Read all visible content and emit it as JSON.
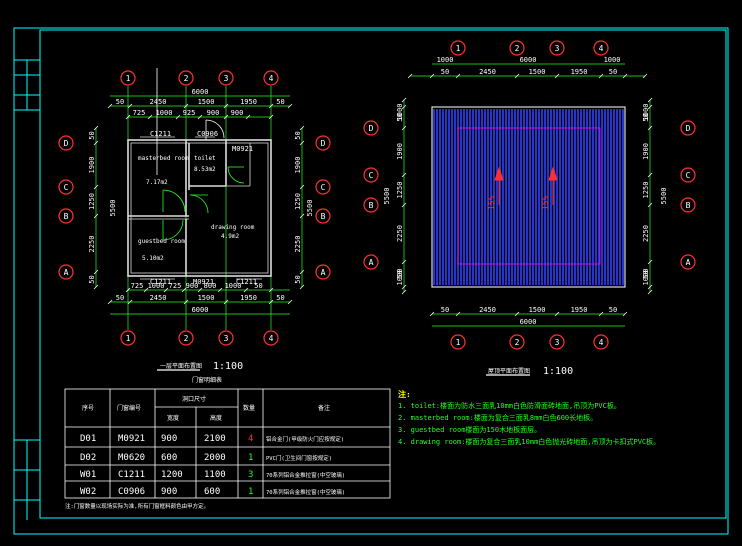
{
  "colors": {
    "frame": "#00ffff",
    "white": "#ffffff",
    "red": "#ff3030",
    "green": "#22ff22",
    "yellow": "#ffff00",
    "blue": "#3040ff",
    "magenta": "#ff00ff",
    "wall": "#dddddd"
  },
  "grid": {
    "columns": [
      "1",
      "2",
      "3",
      "4"
    ],
    "rows": [
      "D",
      "C",
      "B",
      "A"
    ]
  },
  "left_plan": {
    "total_dim": "6000",
    "top_dims": [
      "50",
      "2450",
      "1500",
      "1950",
      "50"
    ],
    "top_sub_dims": [
      "725",
      "1000",
      "925",
      "900",
      "900"
    ],
    "bottom_sub_dims": [
      "725",
      "1000",
      "725",
      "900",
      "800",
      "1000",
      "50"
    ],
    "bottom_dims": [
      "50",
      "2450",
      "1500",
      "1950",
      "50"
    ],
    "side_dims": [
      "50",
      "1900",
      "1250",
      "2250",
      "50"
    ],
    "side_total": "5500",
    "door_window_labels": [
      "C1211",
      "C0906",
      "M0921",
      "C1211",
      "M0921",
      "C1211"
    ],
    "rooms": [
      {
        "name": "masterbed room",
        "area": "7.17m2"
      },
      {
        "name": "toilet",
        "area": "8.53m2"
      },
      {
        "name": "drawing room",
        "area": "4.9m2"
      },
      {
        "name": "guestbed room",
        "area": "5.10m2"
      }
    ],
    "caption": "一层平面布置图",
    "scale": "1:100"
  },
  "right_plan": {
    "total_dim": "6000",
    "top_dims": [
      "1000",
      "50",
      "2450",
      "1500",
      "1950",
      "50",
      "1000"
    ],
    "bottom_dims": [
      "50",
      "2450",
      "1500",
      "1950",
      "50"
    ],
    "side_dims": [
      "1000",
      "50",
      "1900",
      "1250",
      "2250",
      "50",
      "1000"
    ],
    "side_total": "5500",
    "slope_labels": [
      "15%",
      "15%"
    ],
    "caption": "屋顶平面布置图",
    "scale": "1:100"
  },
  "door_table": {
    "title": "门窗明细表",
    "headers": [
      "序号",
      "门窗编号",
      "洞口尺寸",
      "宽度",
      "高度",
      "数量",
      "备注"
    ],
    "rows": [
      {
        "no": "D01",
        "code": "M0921",
        "w": "900",
        "h": "2100",
        "qty": "4",
        "note": "铝合金门(甲级防火门应按规定)"
      },
      {
        "no": "D02",
        "code": "M0620",
        "w": "600",
        "h": "2000",
        "qty": "1",
        "note": "PVC门(卫生间门窗按规定)"
      },
      {
        "no": "W01",
        "code": "C1211",
        "w": "1200",
        "h": "1100",
        "qty": "3",
        "note": "70系列铝合金推拉窗(中空玻璃)"
      },
      {
        "no": "W02",
        "code": "C0906",
        "w": "900",
        "h": "600",
        "qty": "1",
        "note": "70系列铝合金推拉窗(中空玻璃)"
      }
    ],
    "footnote": "注:门窗数量以现场实际为准,所有门窗框料颜色由甲方定。"
  },
  "notes": {
    "title": "注:",
    "items": [
      "1. toilet:楼面为防水三面乳10mm白色防滑面砖地面,吊顶为PVC板。",
      "2. masterbed room:楼面为复合三面乳8mm白色600长地板。",
      "3. guestbed room楼面为150木地板面层。",
      "4. drawing room:楼面为复合三面乳10mm白色抛光砖地面,吊顶为卡扣式PVC板。"
    ]
  }
}
